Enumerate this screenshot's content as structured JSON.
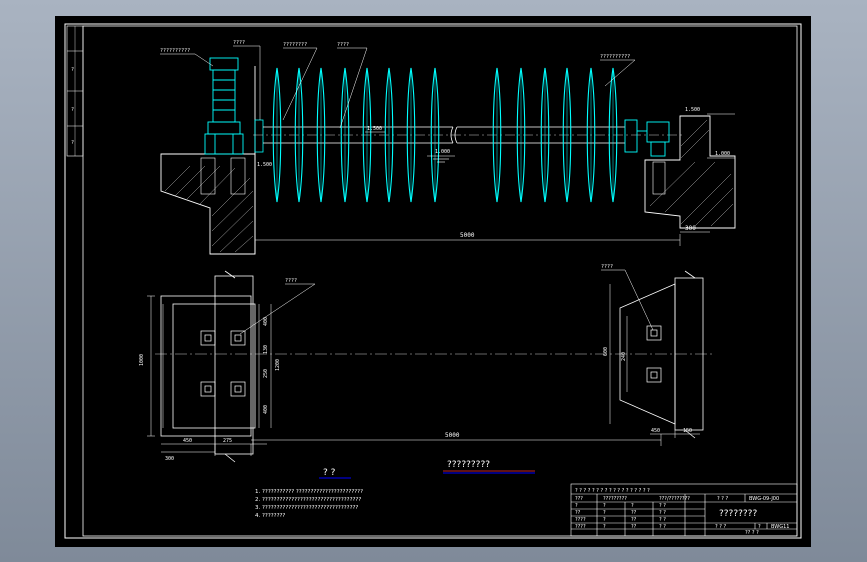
{
  "drawing": {
    "title_label": "? ?",
    "subtitle_label": "?????????",
    "colors": {
      "background": "#000000",
      "line": "#ffffff",
      "part": "#00ffff",
      "accent": "#0000ff"
    },
    "side_left_labels": [
      "?",
      "?",
      "?"
    ],
    "elevation": {
      "callouts": [
        "??????????",
        "????",
        "????????",
        "????",
        "??????????"
      ],
      "levels": [
        "1.500",
        "1.000",
        "1.500",
        "1.000",
        "1.500"
      ],
      "dim_span": "5000",
      "dim_end": "300"
    },
    "plan": {
      "callouts": [
        "????",
        "????"
      ],
      "dims_left_vertical": [
        "1000",
        "400",
        "130",
        "250",
        "400"
      ],
      "dim_total_vertical": "1200",
      "dims_left_horizontal": [
        "450",
        "275",
        "300"
      ],
      "dim_span": "5000",
      "dims_right_vertical": [
        "600",
        "240"
      ],
      "dims_right_horizontal": [
        "450",
        "150"
      ]
    },
    "notes": [
      "1. ??????????? ???????????????????????",
      "2. ??????????????????????????????????",
      "3. ?????????????????????????????????",
      "4. ????????"
    ],
    "title_block": {
      "header": "? ? ? ? ? ? ? ? ? ? ? ? ? ? ? ? ? ?",
      "row1": [
        "???",
        "?????????",
        "???/????????",
        "? ? ?",
        "BWG-09-J00"
      ],
      "rows_left": [
        [
          "?",
          "?",
          "?",
          "? ?"
        ],
        [
          "??",
          "?",
          "??",
          "? ?"
        ],
        [
          "????",
          "?",
          "??",
          "? ?"
        ],
        [
          "????",
          "?",
          "??",
          "? ?"
        ]
      ],
      "drawing_name": "????????",
      "scale_row": [
        "? ? ?",
        "?",
        "BWG11"
      ],
      "footer": "?? ? ?"
    }
  }
}
